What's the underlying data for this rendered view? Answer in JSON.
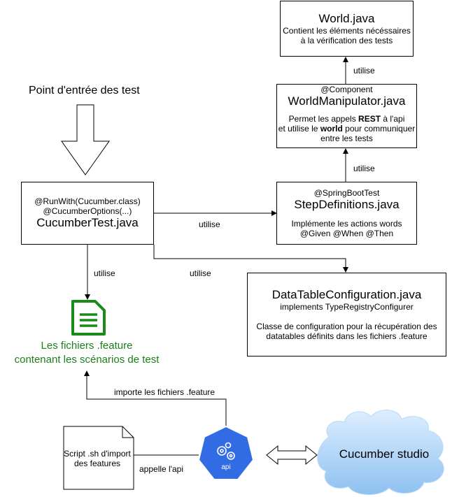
{
  "entry_point": "Point d'entrée des test",
  "world": {
    "title": "World.java",
    "desc_line1": "Contient les éléments nécéssaires",
    "desc_line2": "à la vérification des tests"
  },
  "world_manipulator": {
    "annotation": "@Component",
    "title": "WorldManipulator.java",
    "desc_line1_pre": "Permet les appels ",
    "desc_line1_bold": "REST",
    "desc_line1_post": " à l'api",
    "desc_line2_pre": "et utilise le ",
    "desc_line2_bold": "world",
    "desc_line2_post": " pour communiquer",
    "desc_line3": "entre les tests"
  },
  "step_definitions": {
    "annotation": "@SpringBootTest",
    "title": "StepDefinitions.java",
    "desc_line1": "Implémente les actions words",
    "desc_line2": "@Given @When @Then"
  },
  "cucumber_test": {
    "annotation1": "@RunWith(Cucumber.class)",
    "annotation2": "@CucumberOptions(...)",
    "title": "CucumberTest.java"
  },
  "data_table": {
    "title": "DataTableConfiguration.java",
    "subtitle": "implements TypeRegistryConfigurer",
    "desc_line1": "Classe de configuration pour la récupération des",
    "desc_line2": "datatables définits dans les fichiers .feature"
  },
  "feature_files": {
    "line1": "Les fichiers .feature",
    "line2": "contenant les scénarios de test"
  },
  "script": {
    "line1": "Script .sh d'import",
    "line2": "des features"
  },
  "api_label": "api",
  "cloud_label": "Cucumber studio",
  "edges": {
    "wm_to_world": "utilise",
    "steps_to_wm": "utilise",
    "test_to_steps": "utilise",
    "test_to_features": "utilise",
    "test_to_datatable": "utilise",
    "api_to_features": "importe les fichiers .feature",
    "script_to_api": "appelle l'api"
  },
  "colors": {
    "feature_green": "#1a7f1a",
    "api_blue": "#326ce5",
    "cloud_light": "#dbeeff",
    "cloud_dark": "#8fc2f2"
  }
}
